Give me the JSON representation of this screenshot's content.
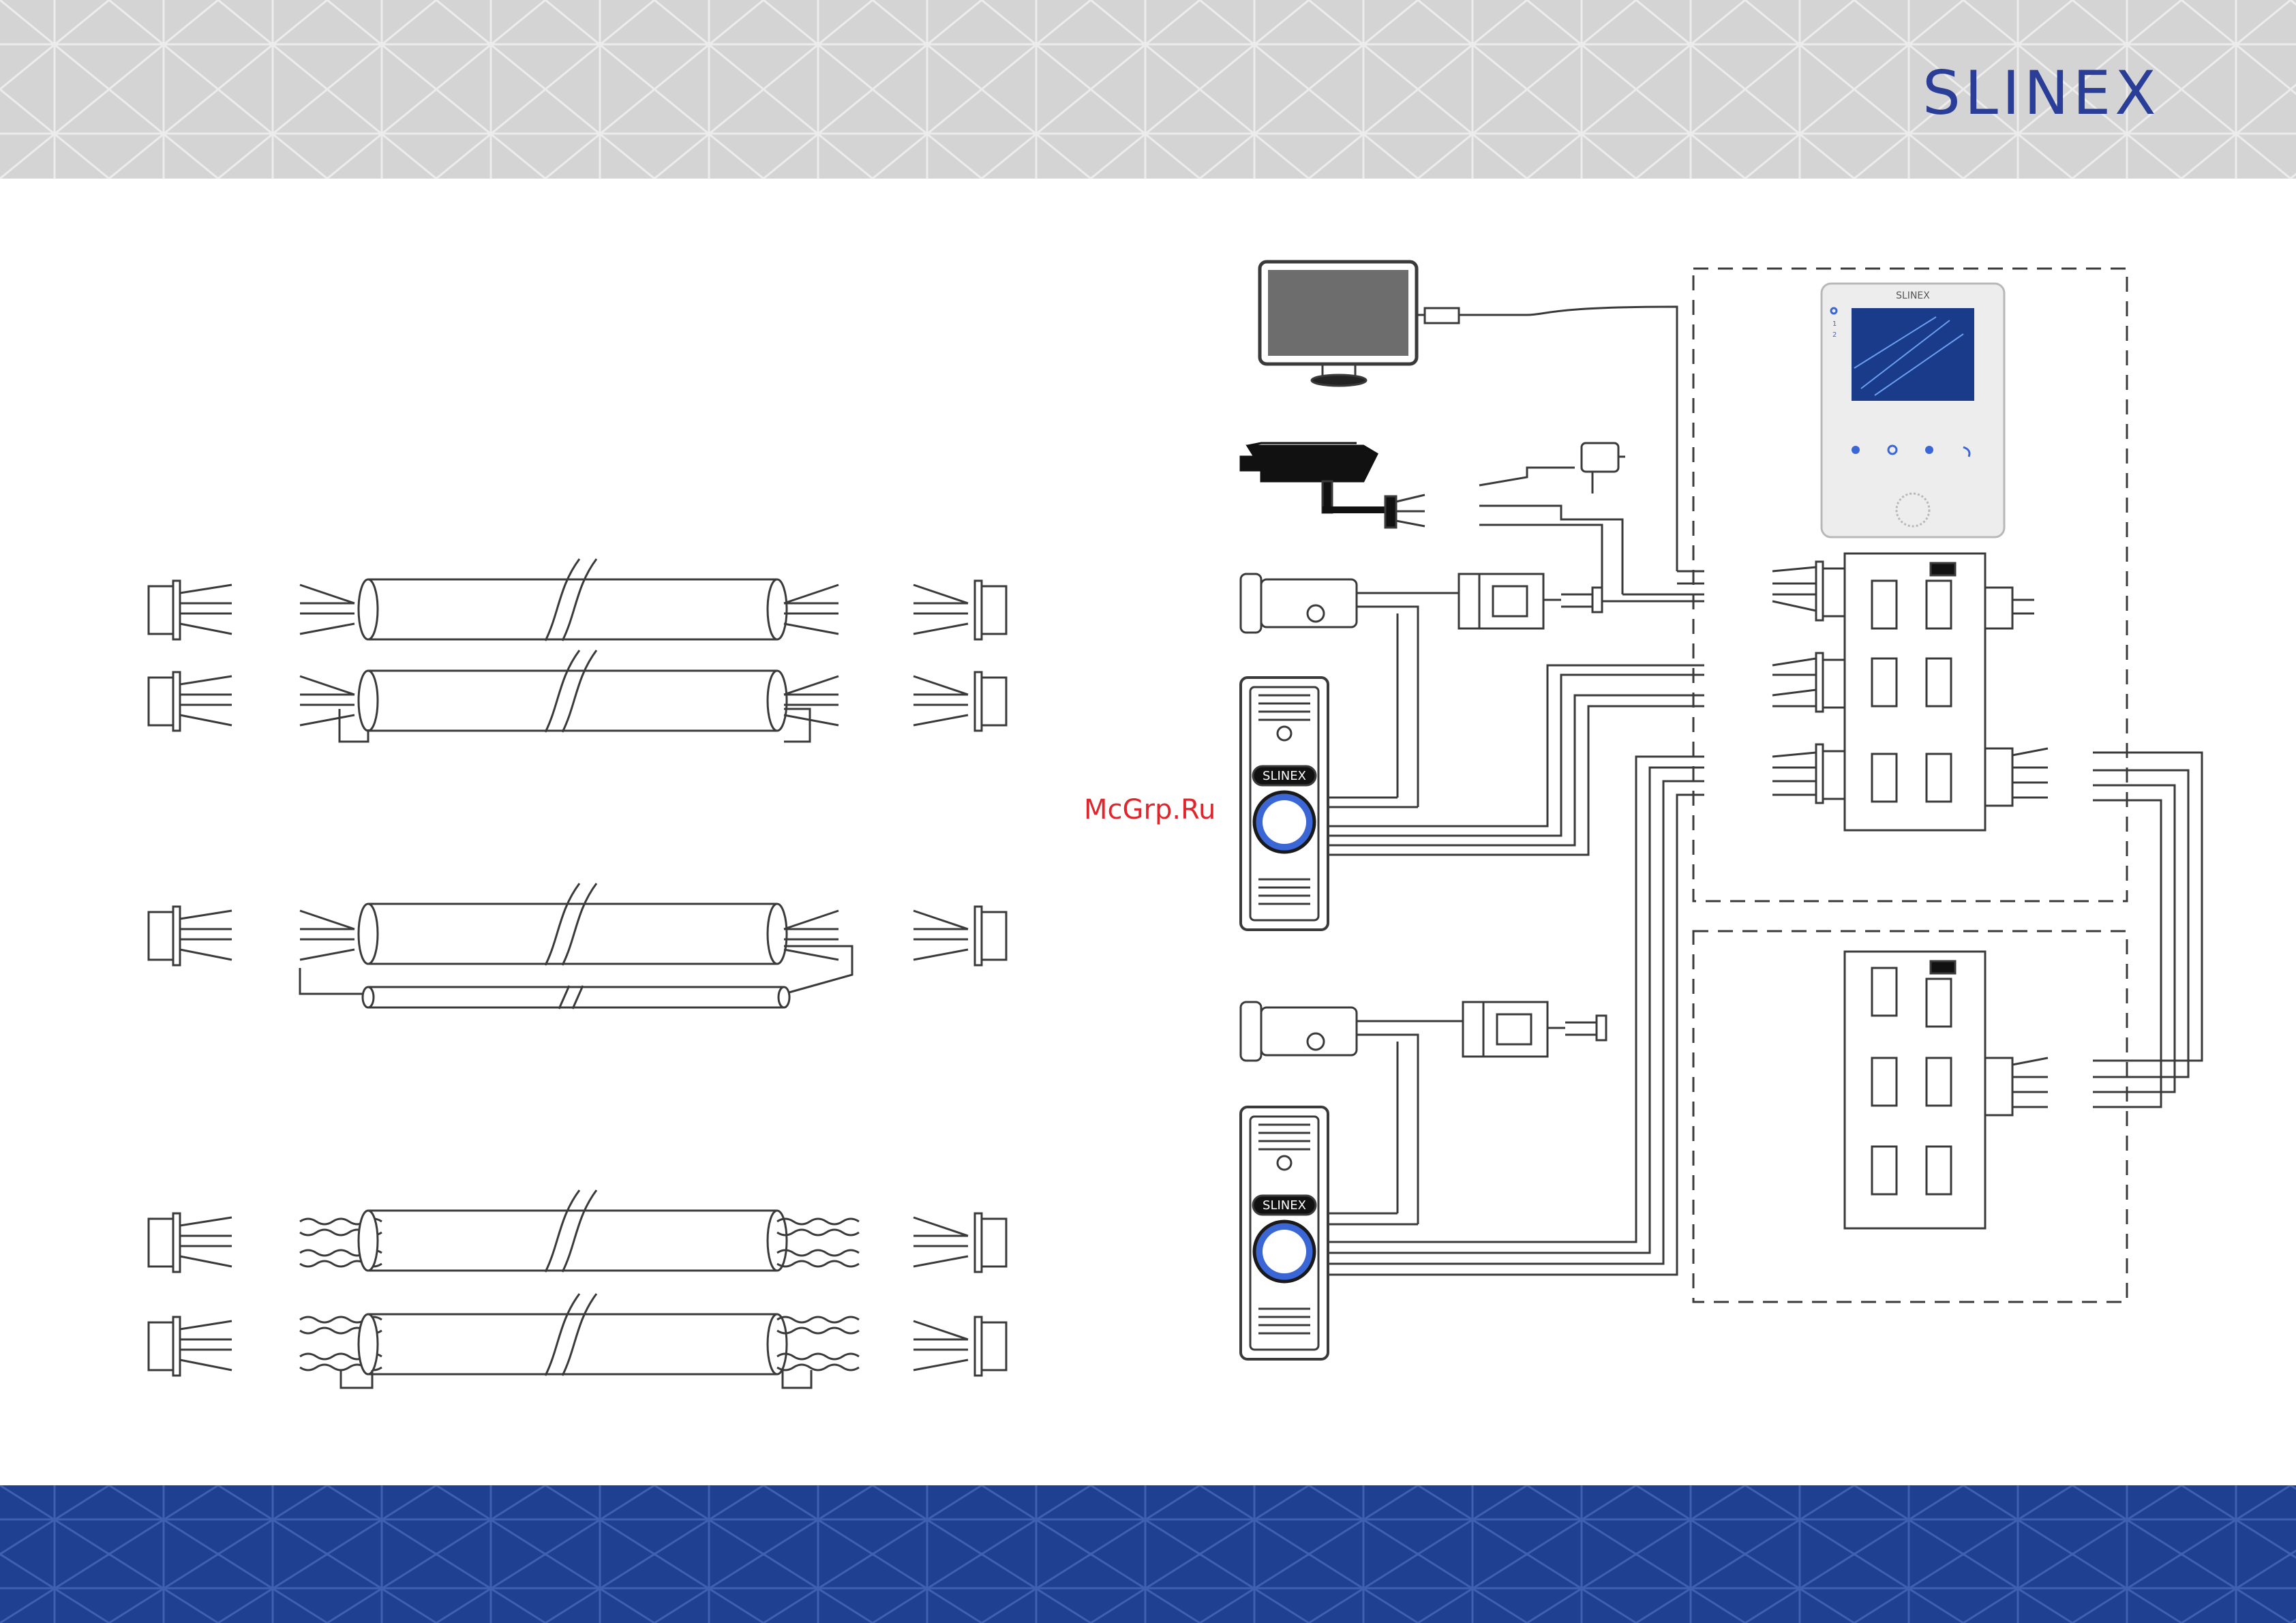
{
  "brand": {
    "logo_text": "SLINEX",
    "color": "#2a3d97"
  },
  "watermark": {
    "text": "McGrp.Ru",
    "color": "#e0262d"
  },
  "monitor": {
    "brand_label": "SLINEX",
    "side_marks": [
      "1",
      "2"
    ],
    "button_icons": [
      "person-icon",
      "intercom-icon",
      "key-icon",
      "arrow-icon"
    ]
  },
  "door_panels": [
    {
      "brand_label": "SLINEX"
    },
    {
      "brand_label": "SLINEX"
    }
  ],
  "colors": {
    "header_bg": "#d4d4d4",
    "footer_bg": "#1f3f91",
    "line": "#3a3a3a",
    "screen": "#1a3a8a"
  }
}
